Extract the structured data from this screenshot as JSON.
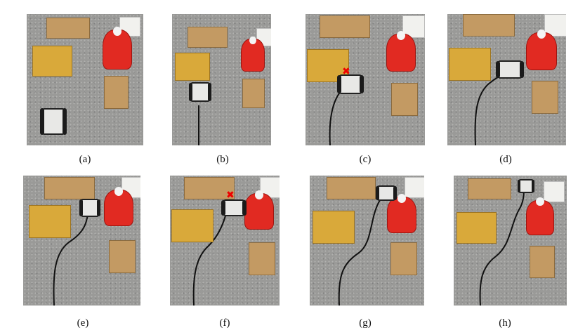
{
  "captions": [
    "(a)",
    "(b)",
    "(c)",
    "(d)",
    "(e)",
    "(f)",
    "(g)",
    "(h)"
  ],
  "colors": {
    "trajectory": "#111111",
    "goal_marker": "#e00000",
    "bucket": "#e12a22"
  },
  "icons": {
    "goal_marker": "cross-icon"
  }
}
